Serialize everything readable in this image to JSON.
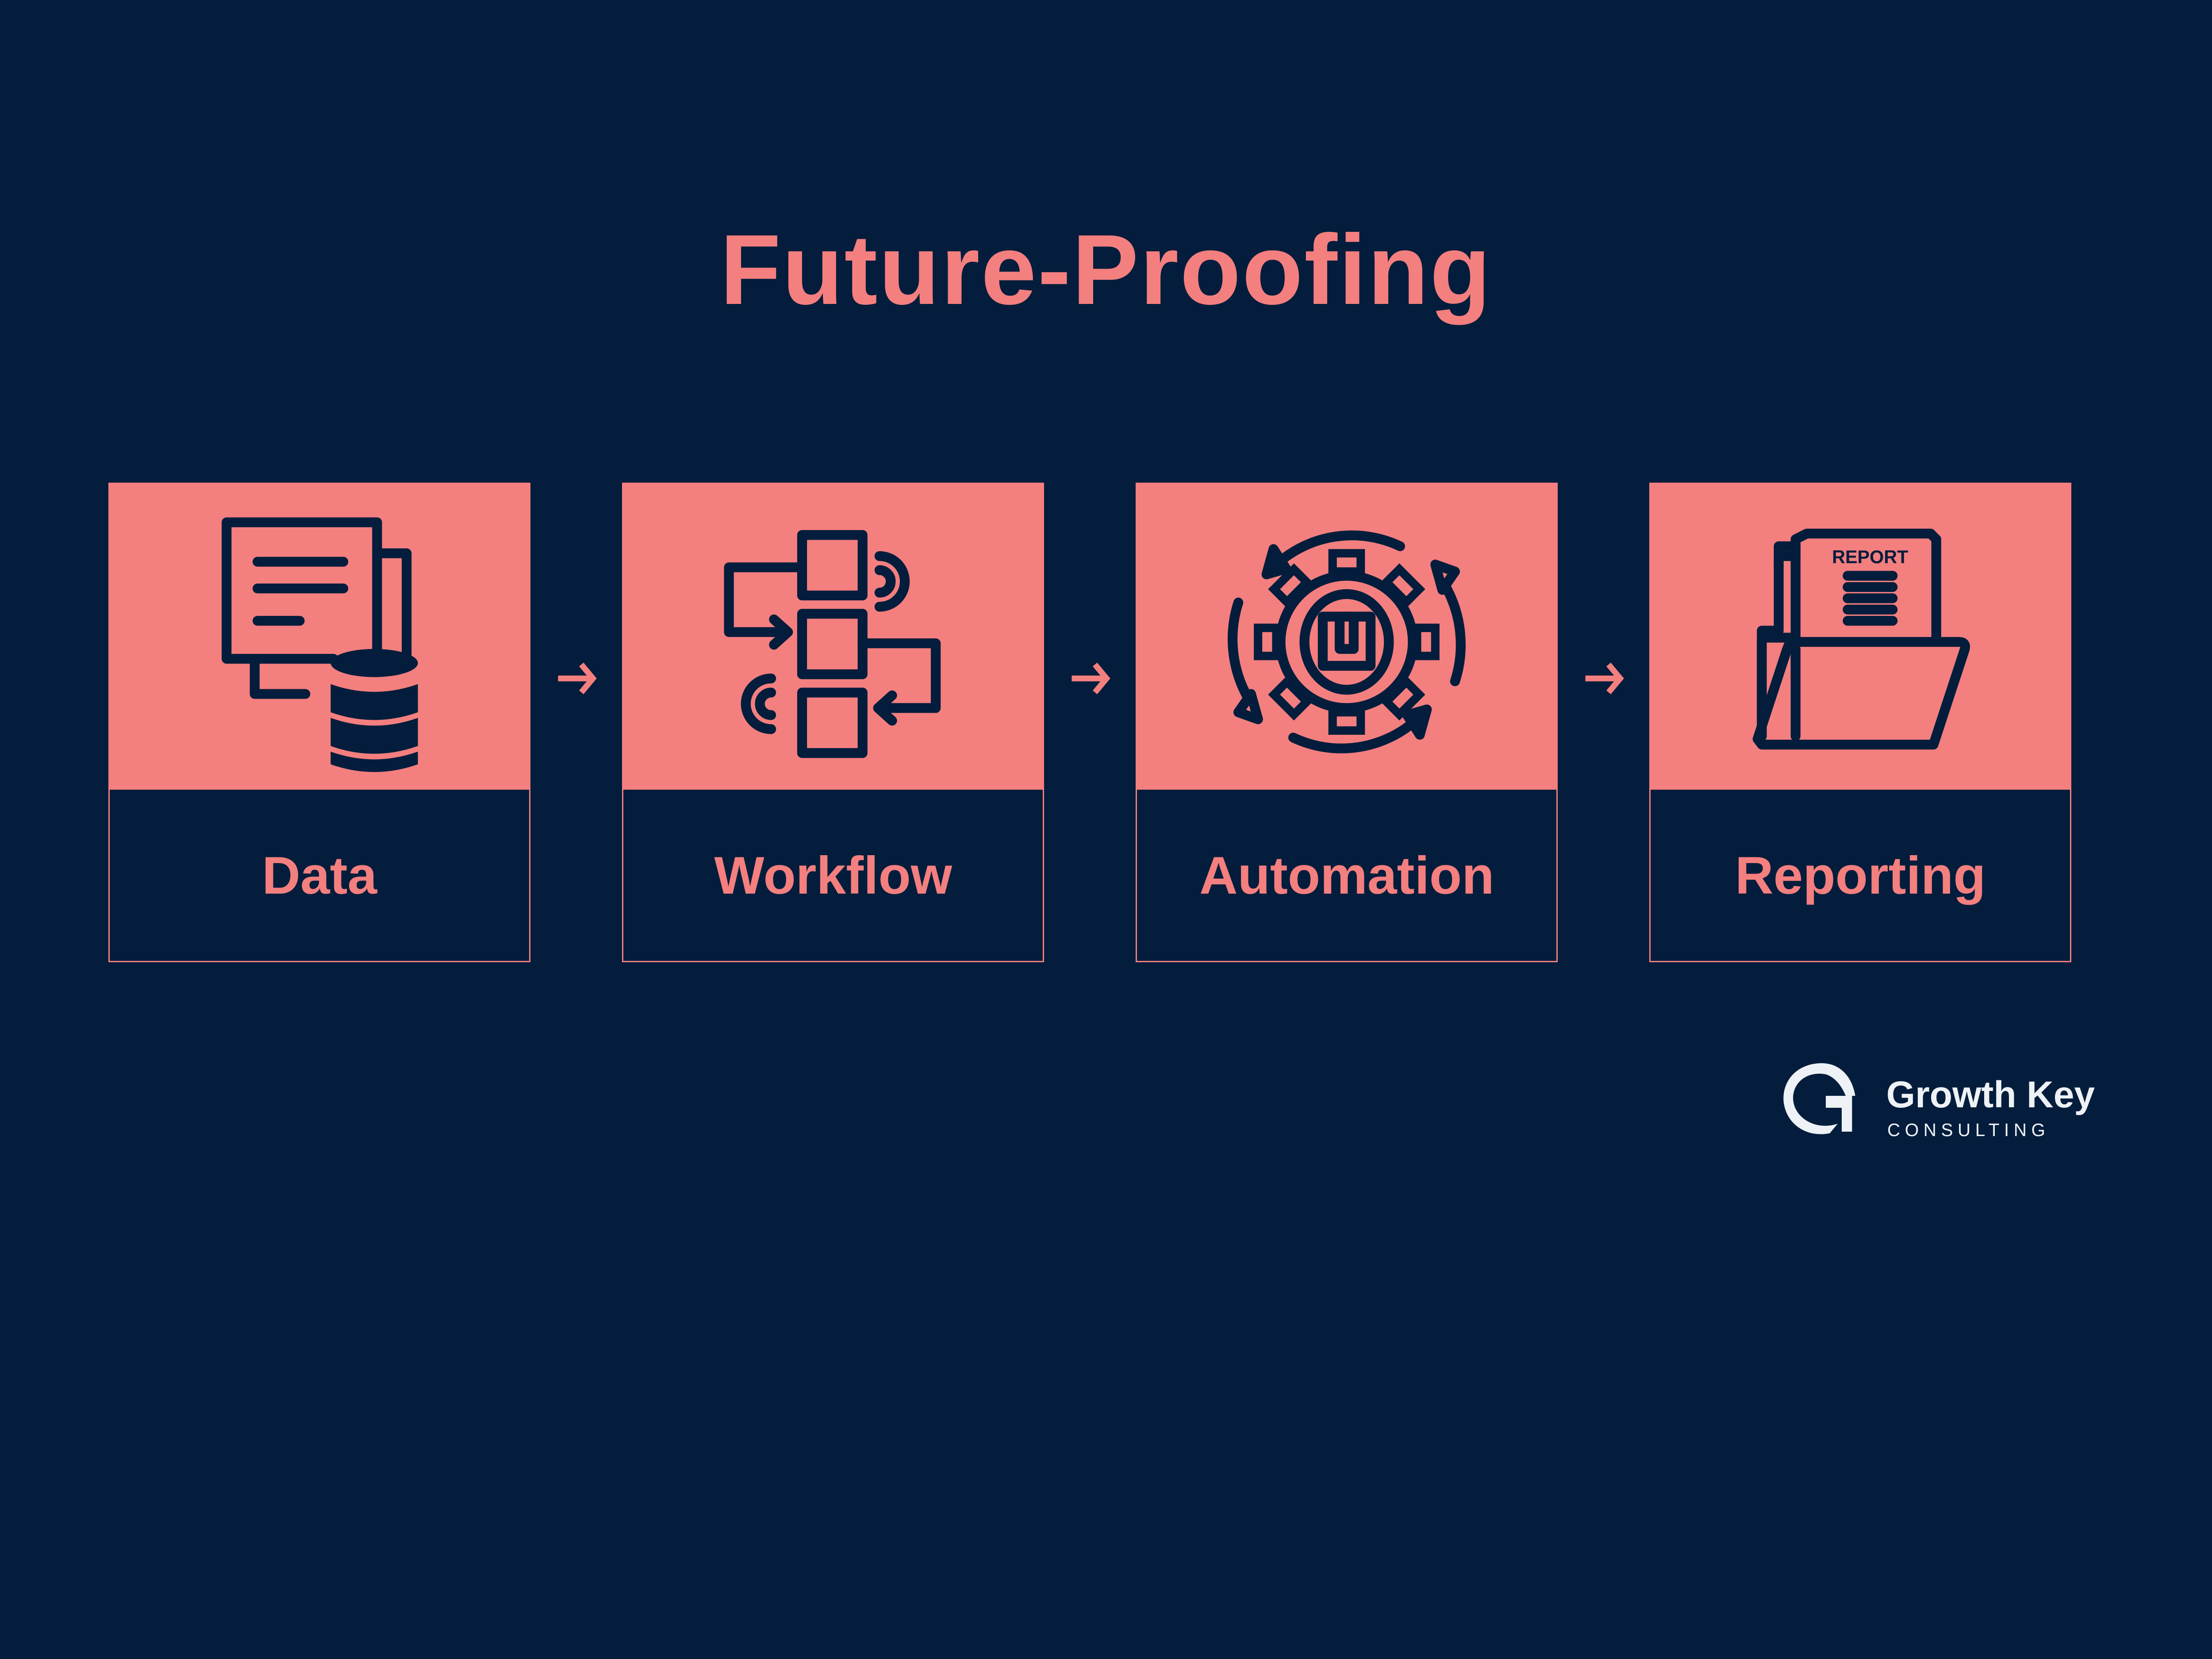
{
  "title": "Future-Proofing",
  "colors": {
    "background": "#041d3c",
    "accent": "#f47f7f",
    "logo": "#eef2f6"
  },
  "steps": [
    {
      "label": "Data",
      "icon": "document-database-icon"
    },
    {
      "label": "Workflow",
      "icon": "workflow-flowchart-icon"
    },
    {
      "label": "Automation",
      "icon": "gear-cycle-icon"
    },
    {
      "label": "Reporting",
      "icon": "report-folder-icon",
      "icon_text": "REPORT"
    }
  ],
  "connector_icon": "arrow-right-icon",
  "logo": {
    "name": "Growth Key",
    "tagline": "CONSULTING"
  }
}
